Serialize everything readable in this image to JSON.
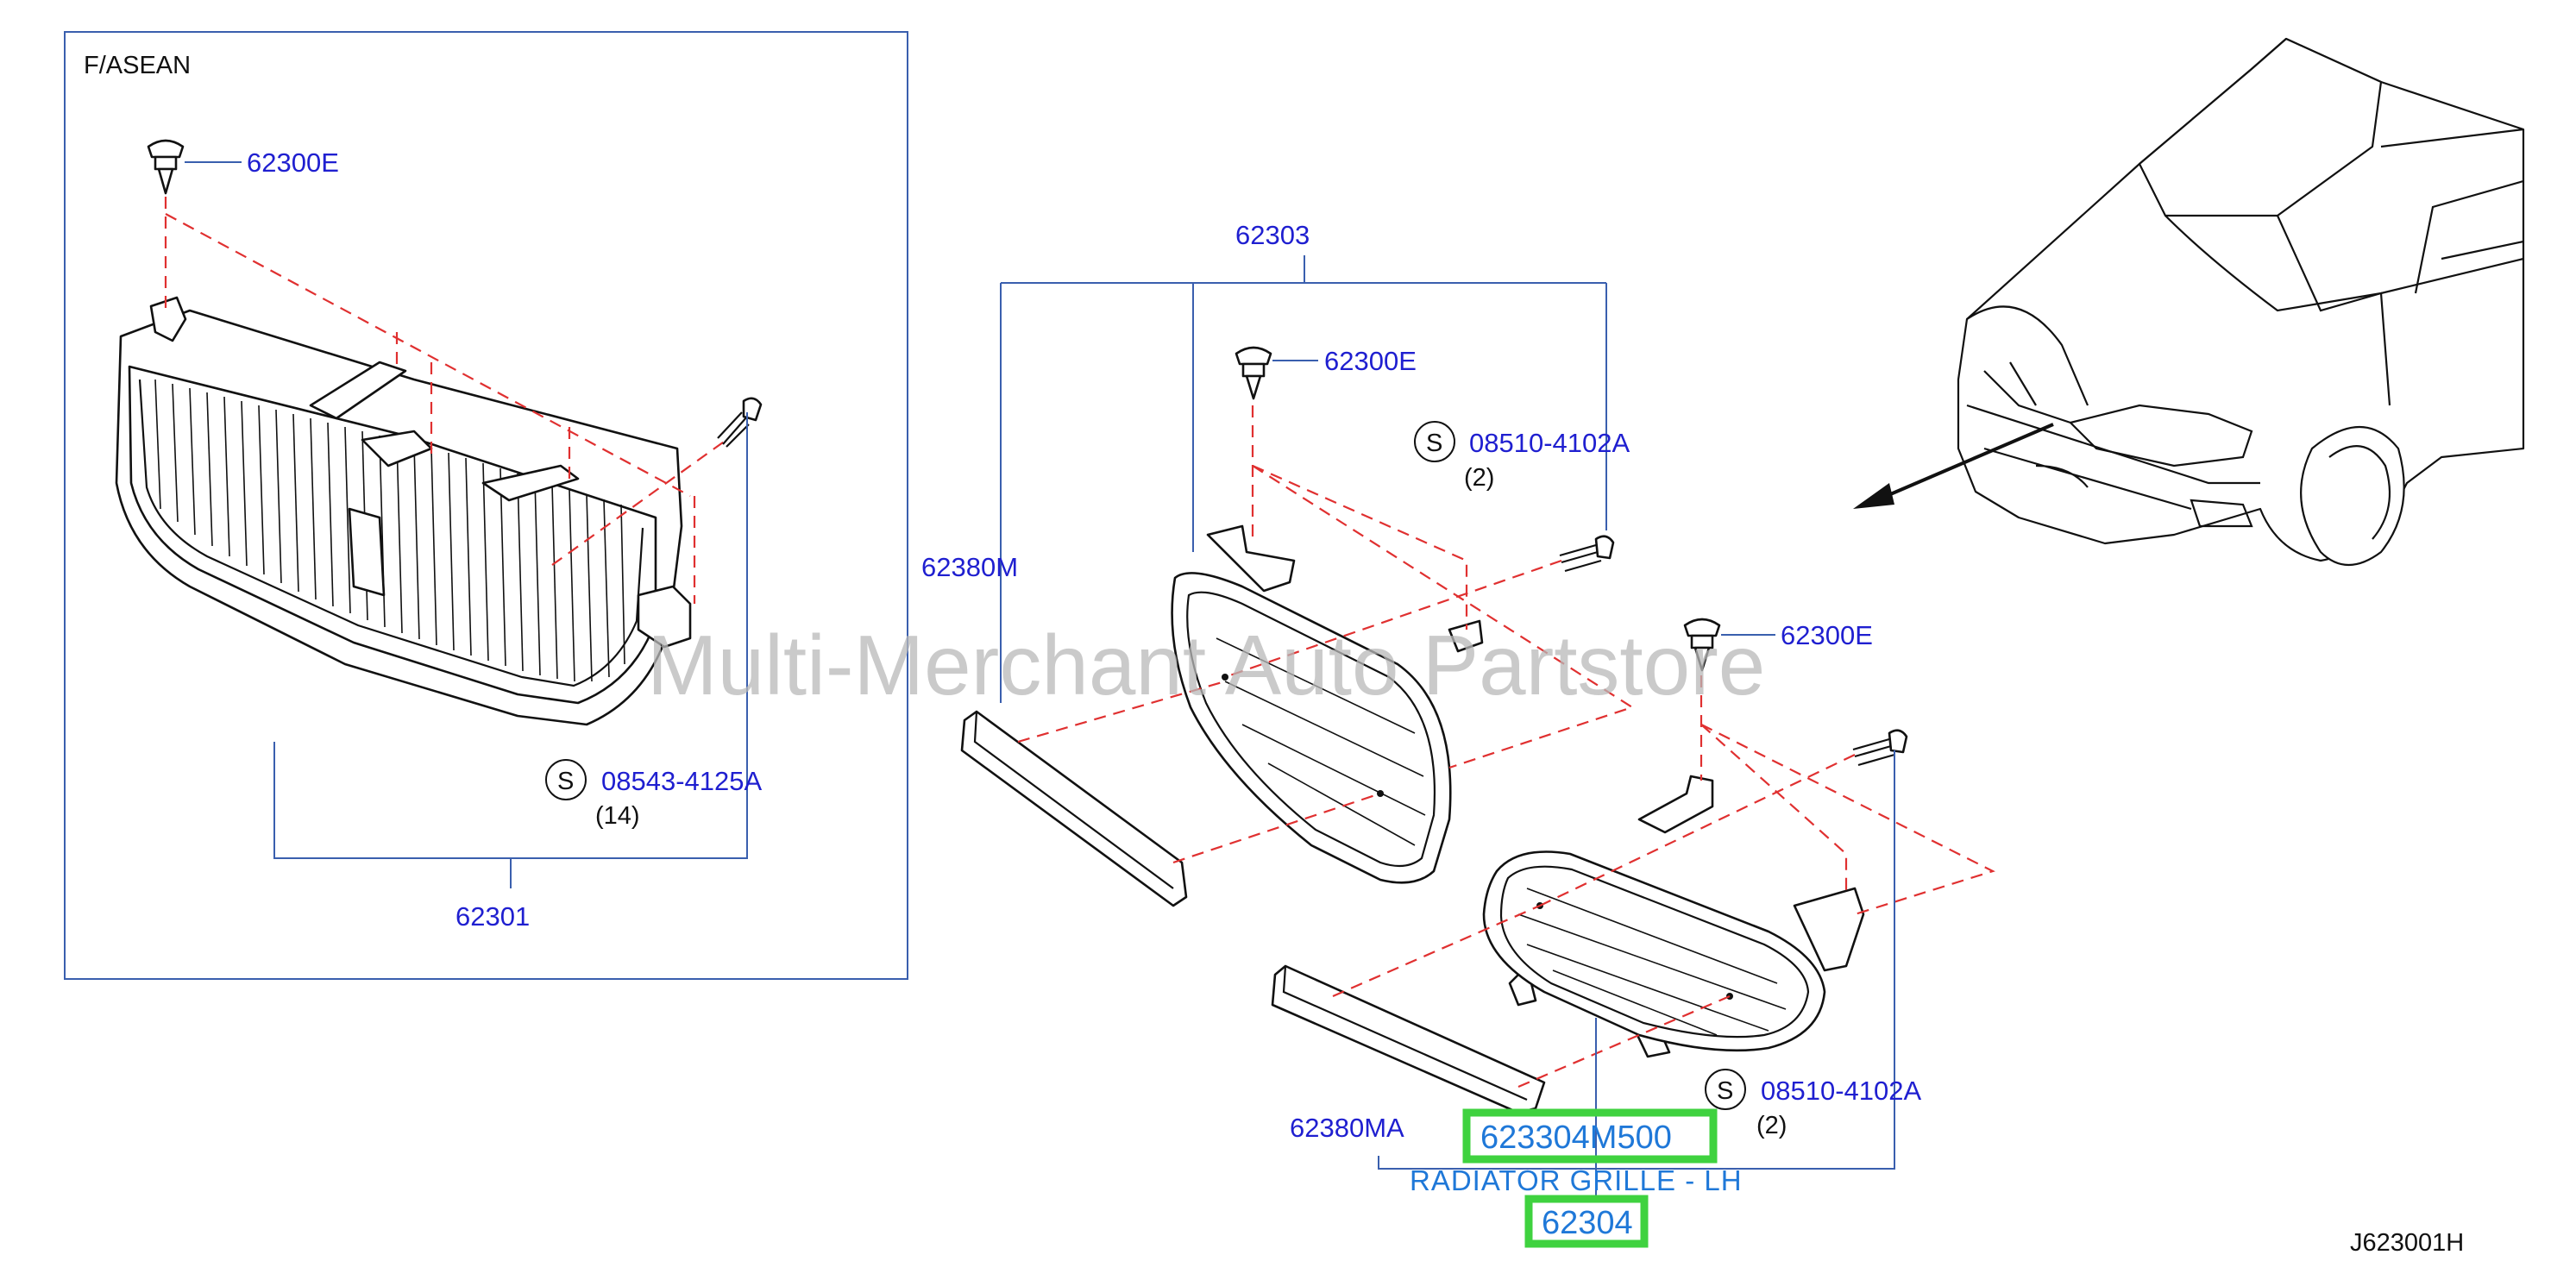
{
  "section_label": "F/ASEAN",
  "diagram_code": "J623001H",
  "watermark": "Multi-Merchant Auto Partstore",
  "screw_marker": "S",
  "callouts": {
    "clip_left": "62300E",
    "grille_assy": "62301",
    "screw_left_pn": "08543-4125A",
    "screw_left_qty": "(14)",
    "set_mid": "62303",
    "clip_mid": "62300E",
    "screw_mid_pn": "08510-4102A",
    "screw_mid_qty": "(2)",
    "molding_rh": "62380M",
    "clip_right": "62300E",
    "screw_right_pn": "08510-4102A",
    "screw_right_qty": "(2)",
    "molding_lh": "62380MA"
  },
  "highlight": {
    "part_number": "623304M500",
    "description": "RADIATOR GRILLE - LH",
    "ref_number": "62304"
  },
  "colors": {
    "callout_text": "#1f1fd0",
    "highlight_text": "#1f78d8",
    "highlight_box": "#3fd23f",
    "dash_lines": "#e03030",
    "frame_lines": "#3a5fae"
  }
}
